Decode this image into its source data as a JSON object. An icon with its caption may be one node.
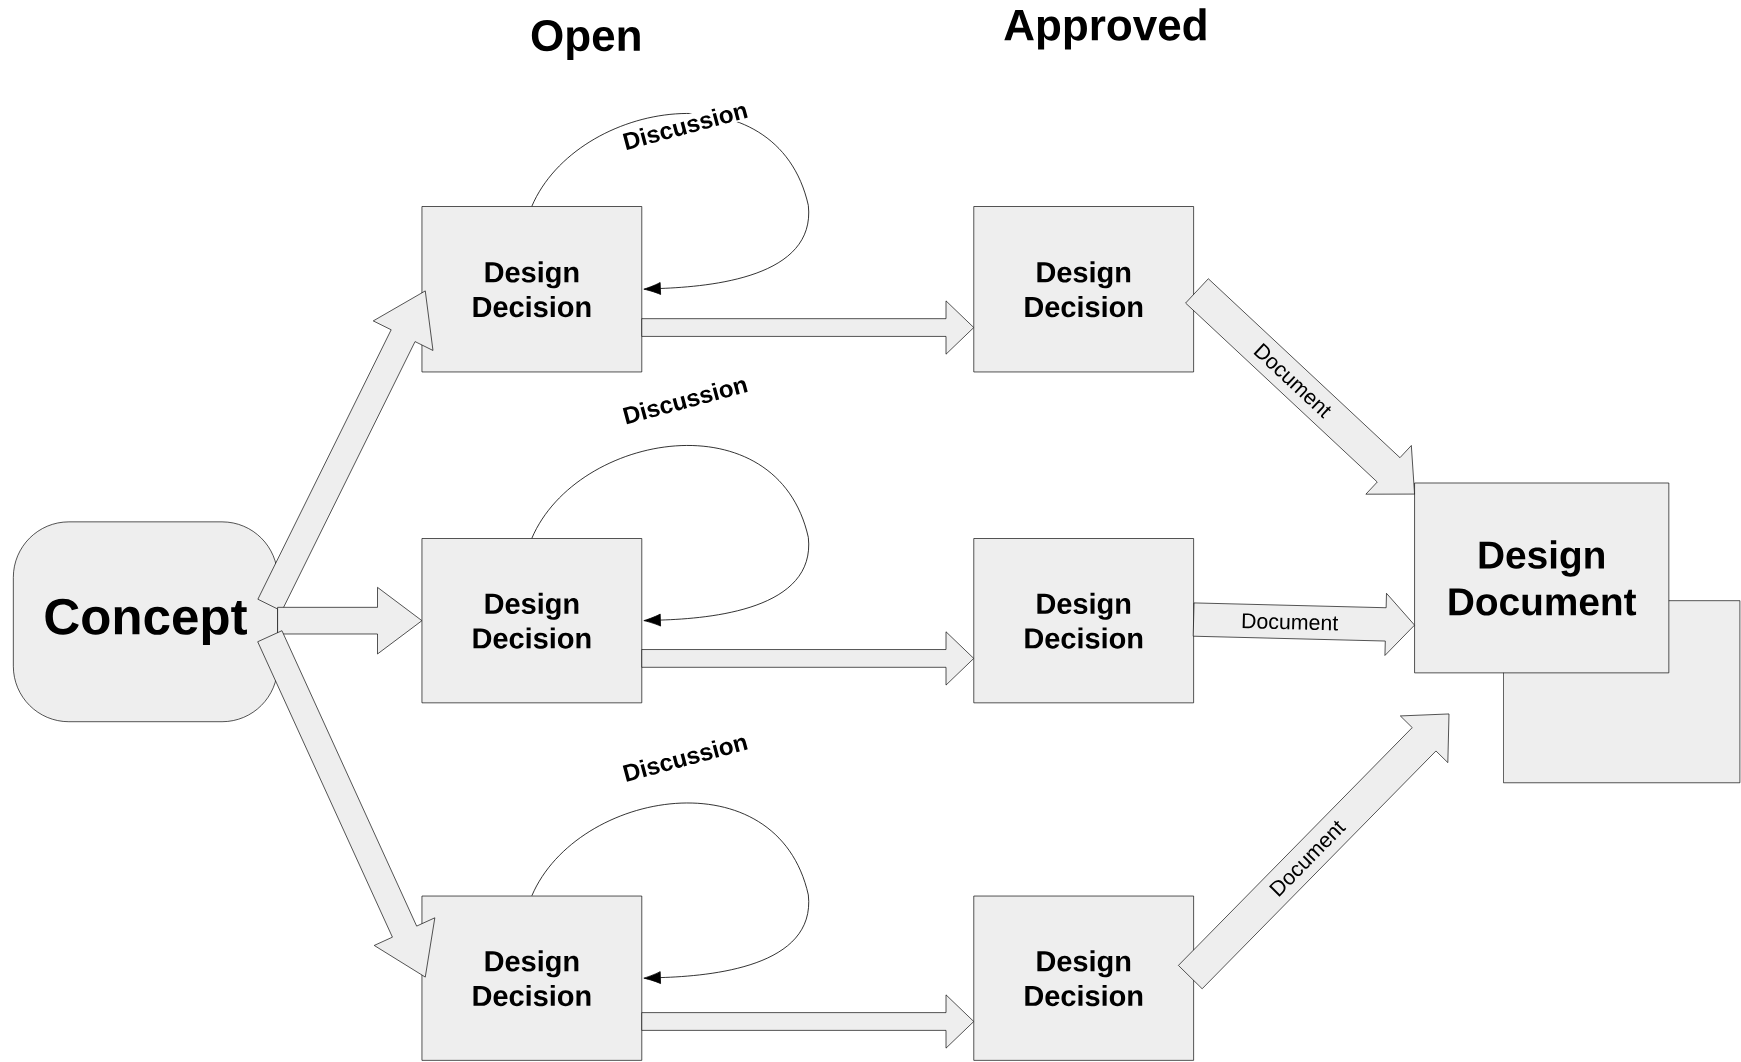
{
  "diagram": {
    "nodes": [
      {
        "text": [
          "Concept"
        ]
      },
      {
        "text": [
          "Design Decision"
        ]
      },
      {
        "text": [
          "Design Decision"
        ]
      },
      {
        "text": [
          "Design Decision"
        ]
      },
      {
        "text": [
          "Design Decision"
        ]
      },
      {
        "text": [
          "Design Decision"
        ]
      },
      {
        "text": [
          "Design Decision"
        ]
      },
      {
        "text": [
          "Design Document"
        ]
      },
      {
        "text": [],
        "shape": "box"
      }
    ],
    "edges": [
      {
        "from": 0,
        "to": 1,
        "arrow": "to"
      },
      {
        "from": 0,
        "to": 2,
        "arrow": "to"
      },
      {
        "from": 0,
        "to": 3,
        "arrow": "to"
      },
      {
        "from": 1,
        "to": 1,
        "arrow": "to",
        "label": "Discussion"
      },
      {
        "from": 2,
        "to": 2,
        "arrow": "to",
        "label": "Discussion"
      },
      {
        "from": 3,
        "to": 3,
        "arrow": "to",
        "label": "Discussion"
      },
      {
        "from": 1,
        "to": 4,
        "arrow": "to"
      },
      {
        "from": 2,
        "to": 5,
        "arrow": "to"
      },
      {
        "from": 3,
        "to": 6,
        "arrow": "to"
      },
      {
        "from": 4,
        "to": 7,
        "arrow": "to",
        "label": "Document"
      },
      {
        "from": 5,
        "to": 7,
        "arrow": "to",
        "label": "Document"
      },
      {
        "from": 6,
        "to": 7,
        "arrow": "to",
        "label": "Document"
      }
    ],
    "labels": [
      "Open",
      "Approved"
    ]
  }
}
